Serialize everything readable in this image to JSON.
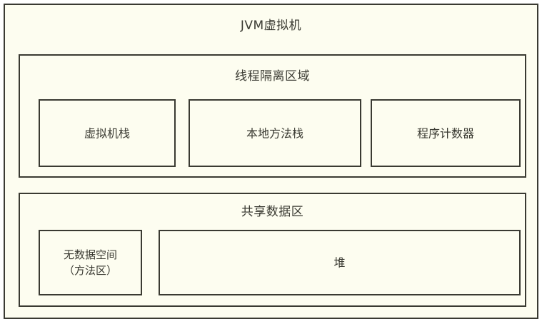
{
  "diagram": {
    "type": "nested-block-diagram",
    "title": "JVM虚拟机",
    "colors": {
      "page_background": "#ffffff",
      "box_fill": "#fdfdf0",
      "box_border": "#3a3a32",
      "text": "#3a3a32"
    },
    "regions": [
      {
        "id": "thread-isolated",
        "title": "线程隔离区域",
        "blocks": [
          {
            "id": "vm-stack",
            "label": "虚拟机栈"
          },
          {
            "id": "native-method-stack",
            "label": "本地方法栈"
          },
          {
            "id": "pc-register",
            "label": "程序计数器"
          }
        ]
      },
      {
        "id": "shared-data",
        "title": "共享数据区",
        "blocks": [
          {
            "id": "method-area",
            "label": "无数据空间\n（方法区）"
          },
          {
            "id": "heap",
            "label": "堆"
          }
        ]
      }
    ]
  }
}
